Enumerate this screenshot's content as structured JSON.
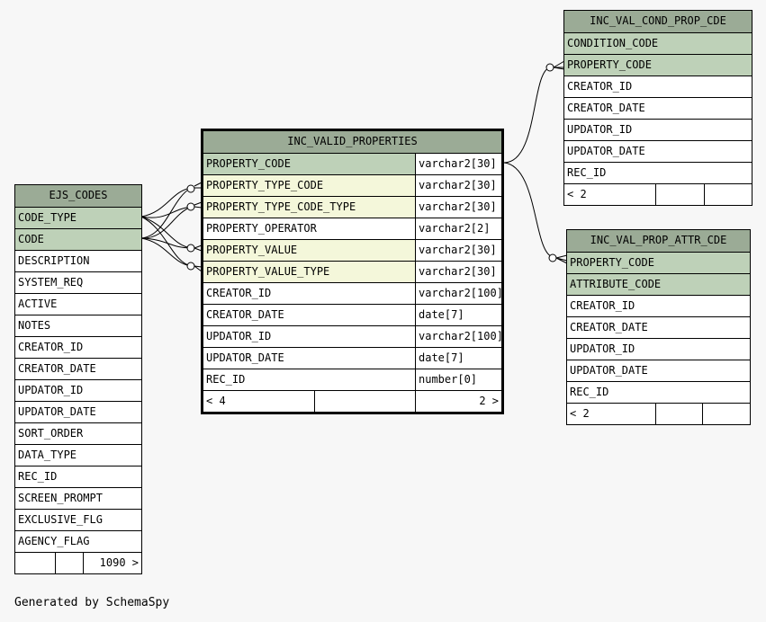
{
  "ejs_codes": {
    "title": "EJS_CODES",
    "columns": [
      "CODE_TYPE",
      "CODE",
      "DESCRIPTION",
      "SYSTEM_REQ",
      "ACTIVE",
      "NOTES",
      "CREATOR_ID",
      "CREATOR_DATE",
      "UPDATOR_ID",
      "UPDATOR_DATE",
      "SORT_ORDER",
      "DATA_TYPE",
      "REC_ID",
      "SCREEN_PROMPT",
      "EXCLUSIVE_FLG",
      "AGENCY_FLAG"
    ],
    "footer_right": "1090 >"
  },
  "inc_valid_properties": {
    "title": "INC_VALID_PROPERTIES",
    "columns": [
      {
        "name": "PROPERTY_CODE",
        "type": "varchar2[30]"
      },
      {
        "name": "PROPERTY_TYPE_CODE",
        "type": "varchar2[30]"
      },
      {
        "name": "PROPERTY_TYPE_CODE_TYPE",
        "type": "varchar2[30]"
      },
      {
        "name": "PROPERTY_OPERATOR",
        "type": "varchar2[2]"
      },
      {
        "name": "PROPERTY_VALUE",
        "type": "varchar2[30]"
      },
      {
        "name": "PROPERTY_VALUE_TYPE",
        "type": "varchar2[30]"
      },
      {
        "name": "CREATOR_ID",
        "type": "varchar2[100]"
      },
      {
        "name": "CREATOR_DATE",
        "type": "date[7]"
      },
      {
        "name": "UPDATOR_ID",
        "type": "varchar2[100]"
      },
      {
        "name": "UPDATOR_DATE",
        "type": "date[7]"
      },
      {
        "name": "REC_ID",
        "type": "number[0]"
      }
    ],
    "footer_left": "< 4",
    "footer_right": "2 >"
  },
  "inc_val_cond_prop_cde": {
    "title": "INC_VAL_COND_PROP_CDE",
    "columns": [
      "CONDITION_CODE",
      "PROPERTY_CODE",
      "CREATOR_ID",
      "CREATOR_DATE",
      "UPDATOR_ID",
      "UPDATOR_DATE",
      "REC_ID"
    ],
    "footer_left": "< 2"
  },
  "inc_val_prop_attr_cde": {
    "title": "INC_VAL_PROP_ATTR_CDE",
    "columns": [
      "PROPERTY_CODE",
      "ATTRIBUTE_CODE",
      "CREATOR_ID",
      "CREATOR_DATE",
      "UPDATOR_ID",
      "UPDATOR_DATE",
      "REC_ID"
    ],
    "footer_left": "< 2"
  },
  "footer": {
    "text": "Generated by SchemaSpy"
  }
}
